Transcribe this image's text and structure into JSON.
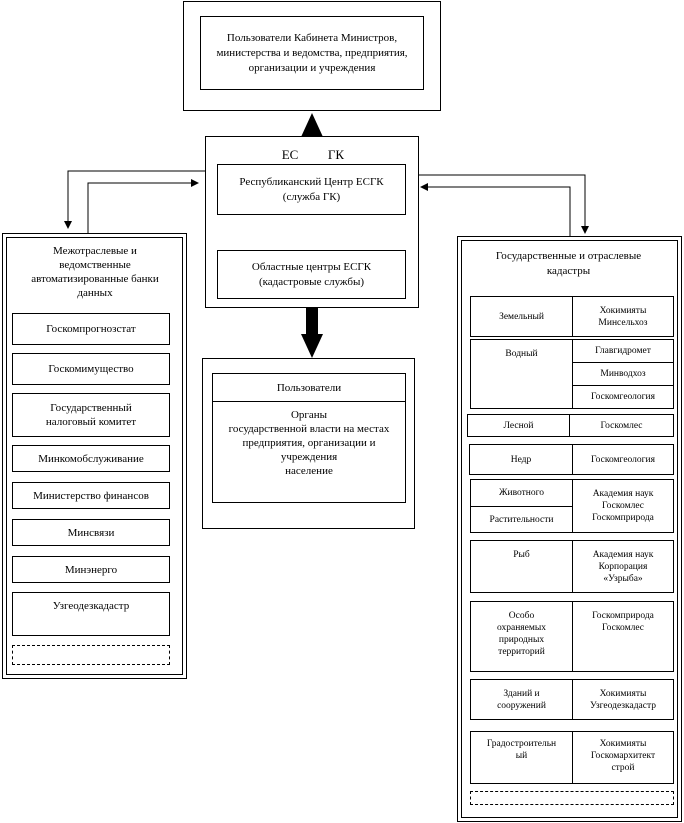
{
  "top_users": "Пользователи Кабинета Министров,\nминистерства и ведомства, предприятия,\nорганизации и учреждения",
  "center": {
    "es": "ЕС",
    "gk": "ГК",
    "republic": "Республиканский Центр ЕСГК\n(служба ГК)",
    "regional": "Областные центры ЕСГК\n(кадастровые службы)"
  },
  "users": {
    "title": "Пользователи",
    "body": "Органы\nгосударственной власти на местах\nпредприятия, организации и\nучреждения\nнаселение"
  },
  "left": {
    "title": "Межотраслевые и\nведомственные\nавтоматизированные банки\nданных",
    "items": [
      "Госкомпрогнозстат",
      "Госкомимущество",
      "Государственный\nналоговый  комитет",
      "Минкомобслуживание",
      "Министерство финансов",
      "Минсвязи",
      "Минэнерго",
      "Узгеодезкадастр"
    ]
  },
  "right": {
    "title": "Государственные и отраслевые\nкадастры",
    "rows": [
      {
        "k": "Земельный",
        "v": "Хокимияты\nМинсельхоз"
      },
      {
        "k": "Водный",
        "v1": "Главгидромет",
        "v2": "Минводхоз",
        "v3": "Госкомгеология"
      },
      {
        "k": "Лесной",
        "v": "Госкомлес"
      },
      {
        "k": "Недр",
        "v": "Госкомгеология"
      },
      {
        "k1": "Животного",
        "k2": "Растительности",
        "v": "Академия наук\nГоскомлес\nГоскомприрода"
      },
      {
        "k": "Рыб",
        "v": "Академия наук\nКорпорация\n«Узрыба»"
      },
      {
        "k": "Особо\nохраняемых\nприродных\nтерриторий",
        "v": "Госкомприрода\nГоскомлес"
      },
      {
        "k": "Зданий и\nсооружений",
        "v": "Хокимияты\nУзгеодезкадастр"
      },
      {
        "k": "Градостроительн\nый",
        "v": "Хокимияты\nГоскомархитект\nстрой"
      }
    ]
  }
}
